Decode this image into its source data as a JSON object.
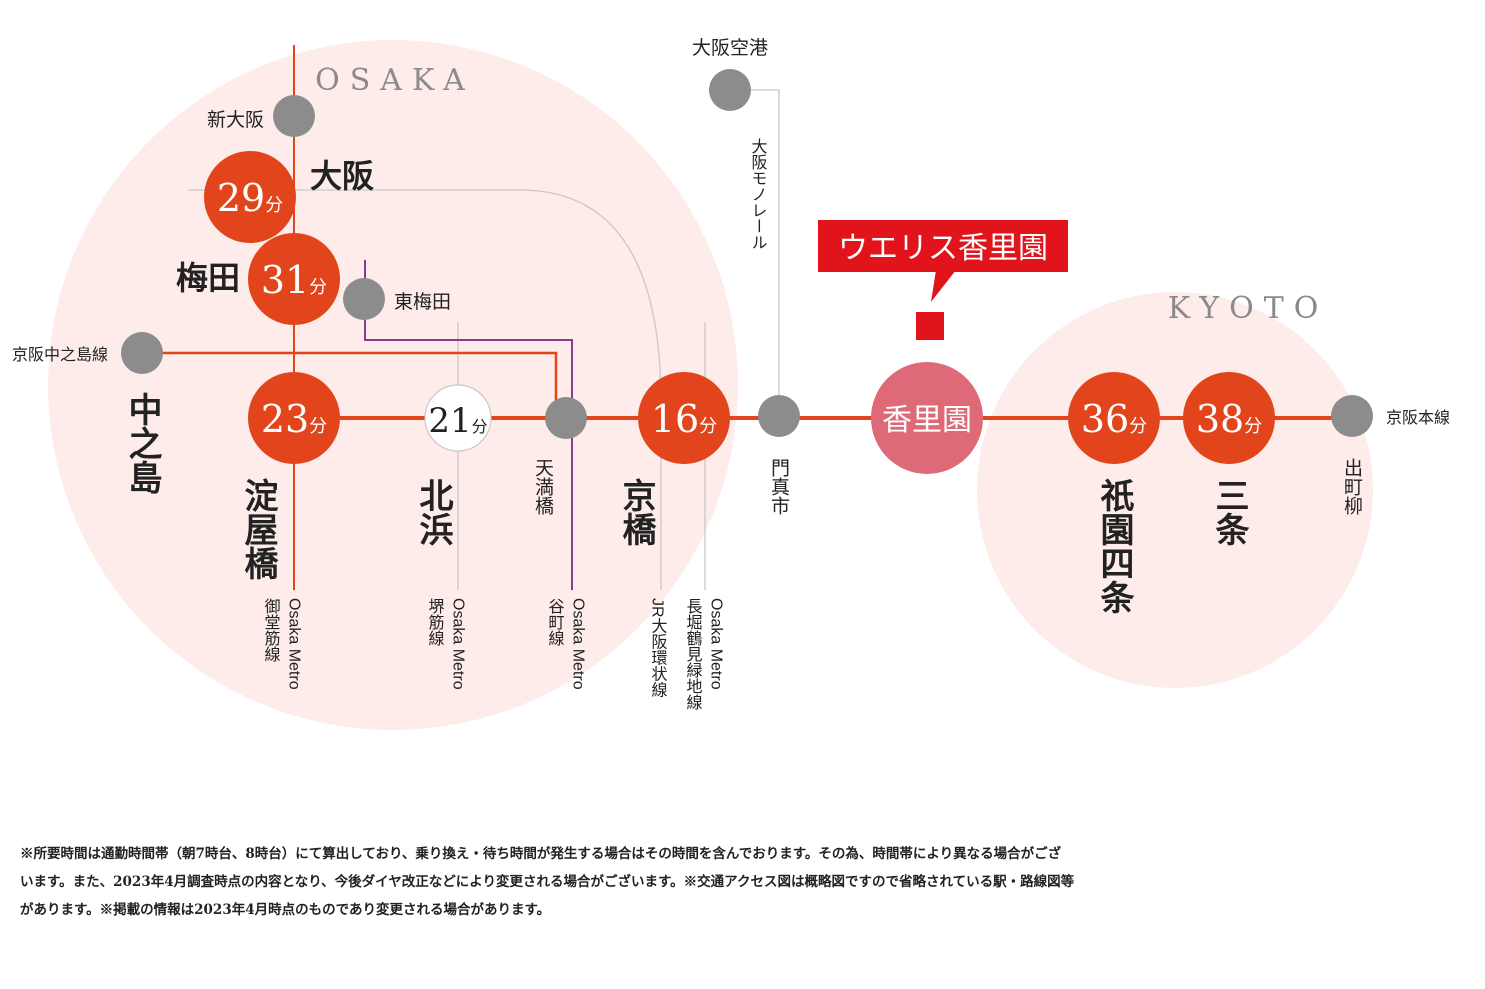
{
  "regions": {
    "osaka": "OSAKA",
    "kyoto": "KYOTO"
  },
  "callout": {
    "label": "ウエリス香里園"
  },
  "stations": {
    "kourien": {
      "name": "香里園"
    },
    "shin_osaka": {
      "name": "新大阪"
    },
    "osaka": {
      "name": "大阪",
      "time": "29",
      "unit": "分"
    },
    "umeda": {
      "name": "梅田",
      "time": "31",
      "unit": "分"
    },
    "higashi_umeda": {
      "name": "東梅田"
    },
    "nakanoshima": {
      "name": "中之島"
    },
    "yodoyabashi": {
      "name": "淀屋橋",
      "time": "23",
      "unit": "分"
    },
    "kitahama": {
      "name": "北浜",
      "time": "21",
      "unit": "分"
    },
    "temmabashi": {
      "name": "天満橋"
    },
    "kyobashi": {
      "name": "京橋",
      "time": "16",
      "unit": "分"
    },
    "kadomashi": {
      "name": "門真市"
    },
    "osaka_airport": {
      "name": "大阪空港"
    },
    "gion_shijo": {
      "name": "祇園四条",
      "time": "36",
      "unit": "分"
    },
    "sanjo": {
      "name": "三条",
      "time": "38",
      "unit": "分"
    },
    "demachiyanagi": {
      "name": "出町柳"
    }
  },
  "lines": {
    "keihan_nakanoshima": "京阪中之島線",
    "keihan_main": "京阪本線",
    "monorail": "大阪モノレール",
    "midosuji": {
      "l1": "Osaka Metro",
      "l2": "御堂筋線"
    },
    "sakaisuji": {
      "l1": "Osaka Metro",
      "l2": "堺筋線"
    },
    "tanimachi": {
      "l1": "Osaka Metro",
      "l2": "谷町線"
    },
    "jr_loop": {
      "l1": "JR大阪環状線"
    },
    "nagahori": {
      "l1": "Osaka Metro",
      "l2": "長堀鶴見緑地線"
    }
  },
  "notes": [
    "※所要時間は通勤時間帯（朝7時台、8時台）にて算出しており、乗り換え・待ち時間が発生する場合はその時間を含んでおります。その為、時間帯により異なる場合がござ",
    "います。また、2023年4月調査時点の内容となり、今後ダイヤ改正などにより変更される場合がございます。※交通アクセス図は概略図ですので省略されている駅・路線図等",
    "があります。※掲載の情報は2023年4月時点のものであり変更される場合があります。"
  ],
  "colors": {
    "main_line": "#e2451b",
    "time_circle": "#e2451b",
    "station_gray": "#8c8c8c",
    "home_station": "#de6a78",
    "callout_red": "#e0141a",
    "region_fill": "#fdecea",
    "tanimachi_purple": "#8b3a92",
    "thin_line_gray": "#c8c8c8"
  }
}
